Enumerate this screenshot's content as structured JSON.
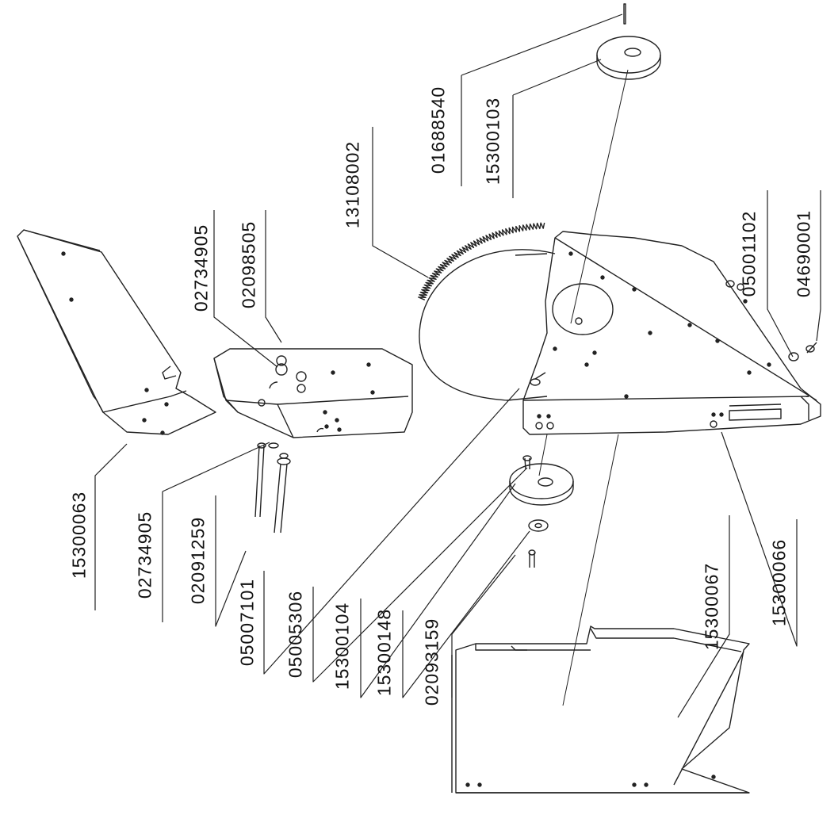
{
  "diagram": {
    "part_labels": [
      {
        "id": "p01688540",
        "text": "01688540"
      },
      {
        "id": "p15300103",
        "text": "15300103"
      },
      {
        "id": "p13108002",
        "text": "13108002"
      },
      {
        "id": "p02734905a",
        "text": "02734905"
      },
      {
        "id": "p02098505",
        "text": "02098505"
      },
      {
        "id": "p05001102",
        "text": "05001102"
      },
      {
        "id": "p04690001",
        "text": "04690001"
      },
      {
        "id": "p15300063",
        "text": "15300063"
      },
      {
        "id": "p02734905b",
        "text": "02734905"
      },
      {
        "id": "p02091259",
        "text": "02091259"
      },
      {
        "id": "p05007101",
        "text": "05007101"
      },
      {
        "id": "p05005306",
        "text": "05005306"
      },
      {
        "id": "p15300104",
        "text": "15300104"
      },
      {
        "id": "p15300148",
        "text": "15300148"
      },
      {
        "id": "p02093159",
        "text": "02093159"
      },
      {
        "id": "p15300067",
        "text": "15300067"
      },
      {
        "id": "p15300066",
        "text": "15300066"
      }
    ]
  }
}
